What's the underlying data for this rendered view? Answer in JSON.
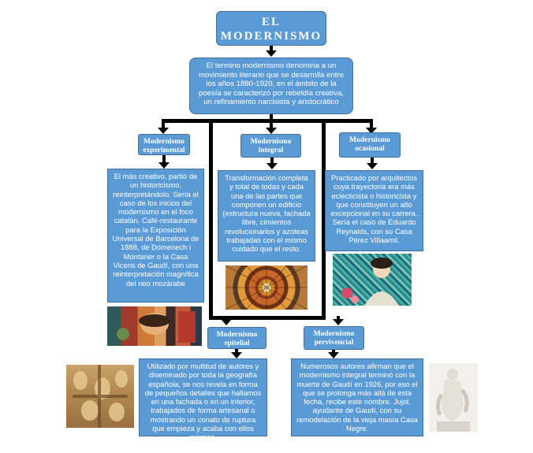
{
  "title": {
    "line1": "EL",
    "line2": "MODERNISMO"
  },
  "intro": "El termino modernismo denomina a un movimiento literario que se desarrolla entre los años 1880-1920, en el ámbito de la poesía se caracterizó por rebeldía creativa, un refinamiento narcisista y aristocrático",
  "categories": [
    {
      "line1": "Modernismo",
      "line2": "experimental",
      "text": "El más creativo, partió de un historicismo, reinterpretándolo. Sería el caso de los inicios del modernismo en el foco catalán. Café-restaurante para la Exposición Universal de Barcelona de 1888, de Domenech i Montaner o la Casa Vicens de Gaudí, con una reinterpretación magnífica del neo mozárabe"
    },
    {
      "line1": "Modernismo",
      "line2": "integral",
      "text": "Transformación completa y total de todas y cada una de las partes que componen un edificio (estructura nueva, fachada libre, cimientos revolucionarios y azoteas trabajadas con el mismo cuidado que el resto."
    },
    {
      "line1": "Modernismo",
      "line2": "ocasional",
      "text": "Practicado por arquitectos cuya trayectoria era más eclecticista o historicista y que constituyen un alto excepcional en su carrera. Sería el caso de Eduardo Reynalds, con su Casa Pérez Villaamil."
    },
    {
      "line1": "Modernismo",
      "line2": "epitelial",
      "text": "Utilizado por multitud de autores y diseminado por toda la geografía española, se nos revela en forma de pequeños detalles que hallamos en una fachada o en un interior, trabajados de forma artesanal o mostrando un conato de ruptura que empieza y acaba con ellos mismos."
    },
    {
      "line1": "Modernismo",
      "line2": "pervivencial",
      "text": "Numerosos autores afirman que el modernismo integral terminó con la muerte de Gaudí en 1926, por eso el que se prolonga más allá de esta fecha, recibe este nombre. Jujol, ayudante de Gaudí, con su remodelación de la vieja masía Casa Negre."
    }
  ],
  "colors": {
    "box_fill": "#5b9bd5",
    "box_border": "#41719c",
    "connector": "#000000"
  },
  "icons": [
    "stained-glass-dome-image",
    "portrait-painting-image",
    "mosaic-woman-image",
    "sagrada-familia-facade-image",
    "marble-sculpture-image"
  ]
}
